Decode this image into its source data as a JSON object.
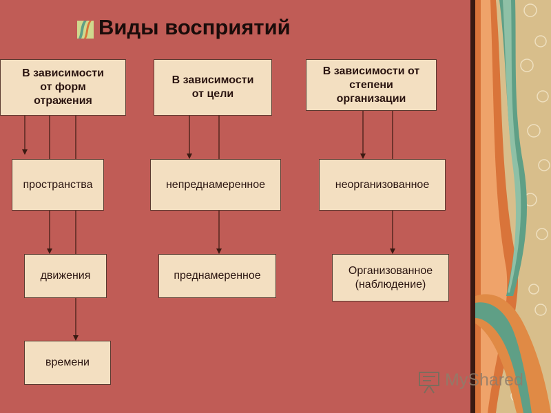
{
  "title": "Виды восприятий",
  "headers": {
    "form": "В зависимости\nот форм\nотражения",
    "goal": "В зависимости\nот цели",
    "organization": "В зависимости от\nстепени\nорганизации"
  },
  "items": {
    "space": "пространства",
    "motion": "движения",
    "time": "времени",
    "unintentional": "непреднамеренное",
    "intentional": "преднамеренное",
    "unorganized": "неорганизованное",
    "organized": "Организованное\n(наблюдение)"
  },
  "watermark": "MyShared",
  "colors": {
    "background": "#c05c56",
    "box_fill": "#f3dfc1",
    "border": "#5a3a30",
    "decor_tan": "#d7bd8a",
    "decor_orange": "#d9743a",
    "decor_teal": "#5f9f86"
  }
}
